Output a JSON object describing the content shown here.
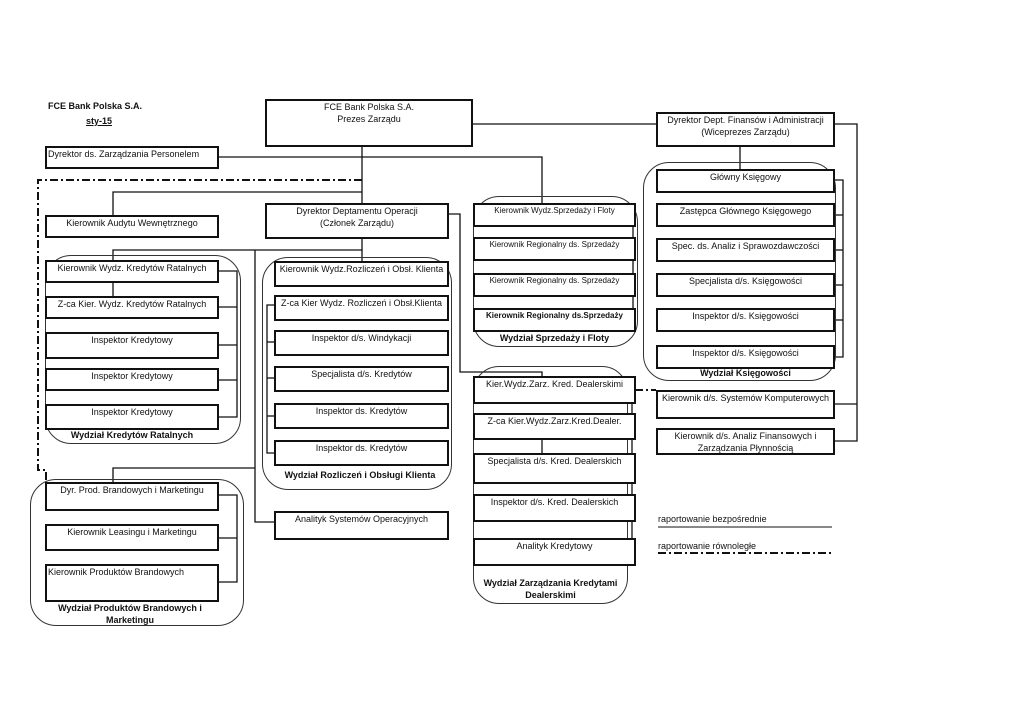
{
  "header": {
    "company": "FCE Bank Polska S.A.",
    "date": "sty-15"
  },
  "top": {
    "president_line1": "FCE Bank Polska S.A.",
    "president_line2": "Prezes Zarządu",
    "hr": "Dyrektor ds. Zarządzania Personelem",
    "finance_line1": "Dyrektor Dept. Finansów i Administracji",
    "finance_line2": "(Wiceprezes Zarządu)",
    "audit": "Kierownik Audytu Wewnętrznego",
    "ops_line1": "Dyrektor Deptamentu Operacji",
    "ops_line2": "(Członek Zarządu)",
    "sys_analyst": "Analityk Systemów Operacyjnych",
    "it_manager": "Kierownik d/s. Systemów Komputerowych",
    "fin_analysis_line1": "Kierownik d/s. Analiz Finansowych  i",
    "fin_analysis_line2": "Zarządzania  Płynnością"
  },
  "instalment": {
    "label": "Wydział Kredytów Ratalnych",
    "items": [
      "Kierownik  Wydz. Kredytów Ratalnych",
      "Z-ca Kier. Wydz. Kredytów Ratalnych",
      "Inspektor Kredytowy",
      "Inspektor Kredytowy",
      "Inspektor Kredytowy"
    ]
  },
  "settlement": {
    "label": "Wydział Rozliczeń i Obsługi Klienta",
    "items": [
      "Kierownik Wydz.Rozliczeń i Obsł. Klienta",
      "Z-ca Kier Wydz. Rozliczeń i Obsł.Klienta",
      "Inspektor d/s. Windykacji",
      "Specjalista d/s. Kredytów",
      "Inspektor ds. Kredytów",
      "Inspektor ds. Kredytów"
    ]
  },
  "sales": {
    "label": "Wydział Sprzedaży i Floty",
    "items": [
      "Kierownik Wydz.Sprzedaży i Floty",
      "Kierownik Regionalny ds. Sprzedaży",
      "Kierownik Regionalny ds. Sprzedaży",
      "Kierownik Regionalny ds.Sprzedaży"
    ]
  },
  "accounting": {
    "label": "Wydział Księgowości",
    "items": [
      "Główny Księgowy",
      "Zastępca Głównego Księgowego",
      "Spec. ds. Analiz i Sprawozdawczości",
      "Specjalista d/s. Księgowości",
      "Inspektor d/s. Księgowości",
      "Inspektor d/s. Księgowości"
    ]
  },
  "dealer": {
    "label_line1": "Wydział Zarządzania Kredytami",
    "label_line2": "Dealerskimi",
    "items": [
      "Kier.Wydz.Zarz. Kred. Dealerskimi",
      "Z-ca Kier.Wydz.Zarz.Kred.Dealer.",
      "Specjalista d/s. Kred. Dealerskich",
      "Inspektor d/s. Kred. Dealerskich",
      "Analityk Kredytowy"
    ]
  },
  "brand": {
    "label_line1": "Wydział Produktów Brandowych i",
    "label_line2": "Marketingu",
    "items": [
      "Dyr. Prod. Brandowych i Marketingu",
      "Kierownik Leasingu i Marketingu",
      "Kierownik Produktów Brandowych"
    ]
  },
  "legend": {
    "direct": "raportowanie bezpośrednie",
    "parallel": "raportowanie  równoległe"
  }
}
